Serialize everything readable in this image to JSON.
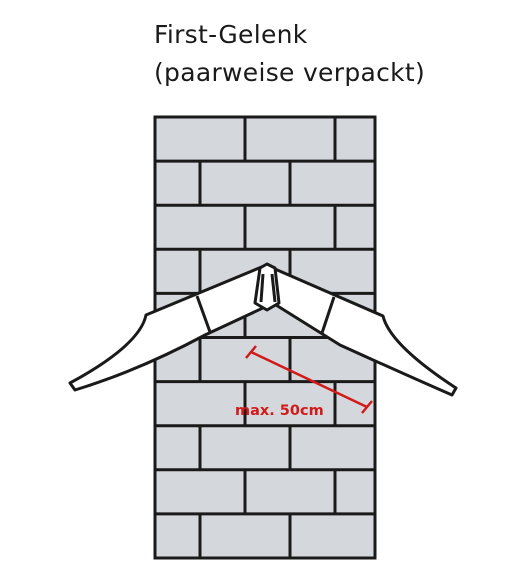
{
  "heading": {
    "title": "First-Gelenk",
    "subtitle": "(paarweise verpackt)"
  },
  "measurement": {
    "label": "max. 50cm",
    "color": "#d11a1a"
  },
  "colors": {
    "wall_fill": "#d4d8dc",
    "outline": "#1a1a1a",
    "hinge_fill": "#ffffff"
  }
}
